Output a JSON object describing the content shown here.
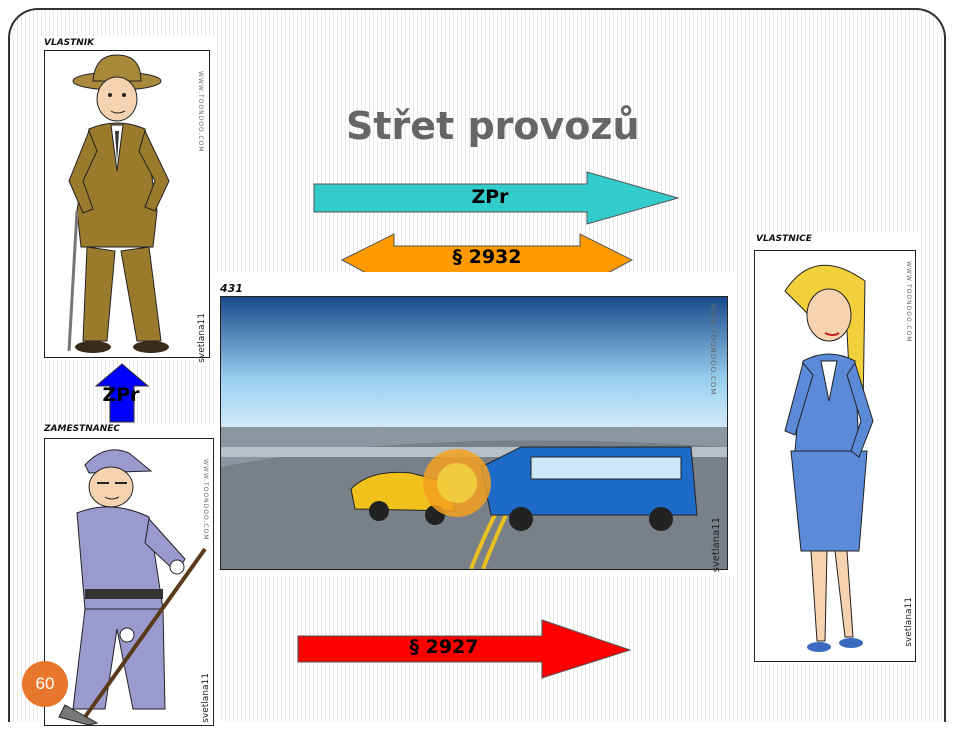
{
  "slide": {
    "title": "Střet provozů",
    "page_number": "60"
  },
  "owner_male": {
    "caption": "VLASTNIK",
    "credit": "WWW.TOONDOO.COM",
    "signature": "svetlana11"
  },
  "employee": {
    "caption": "ZAMESTNANEC",
    "credit": "WWW.TOONDOO.COM",
    "signature": "svetlana11"
  },
  "owner_female": {
    "caption": "VLASTNICE",
    "credit": "WWW.TOONDOO.COM",
    "signature": "svetlana11"
  },
  "crash_scene": {
    "caption": "431",
    "credit": "WWW.TOONDOO.COM",
    "signature": "svetlana11"
  },
  "arrows": {
    "top_right": {
      "label": "ZPr",
      "color": "#33cccc"
    },
    "double": {
      "label": "§ 2932",
      "color": "#ff9900"
    },
    "up": {
      "label": "ZPr",
      "color": "#0000ff"
    },
    "bottom_right": {
      "label": "§ 2927",
      "color": "#ff0000"
    }
  }
}
